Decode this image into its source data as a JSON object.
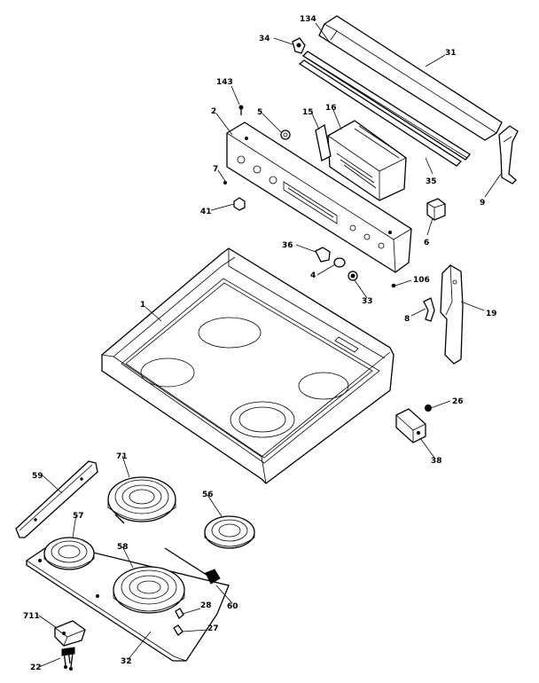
{
  "diagram": {
    "parts": [
      {
        "id": "p134",
        "label": "134",
        "name": "end-trim-strip"
      },
      {
        "id": "p34",
        "label": "34",
        "name": "clip"
      },
      {
        "id": "p31",
        "label": "31",
        "name": "backguard-trim"
      },
      {
        "id": "p143",
        "label": "143",
        "name": "screw"
      },
      {
        "id": "p2",
        "label": "2",
        "name": "control-panel"
      },
      {
        "id": "p5",
        "label": "5",
        "name": "knob-small"
      },
      {
        "id": "p15",
        "label": "15",
        "name": "bracket"
      },
      {
        "id": "p16",
        "label": "16",
        "name": "electronic-control"
      },
      {
        "id": "p35",
        "label": "35",
        "name": "trim-rail"
      },
      {
        "id": "p9",
        "label": "9",
        "name": "end-cap"
      },
      {
        "id": "p7",
        "label": "7",
        "name": "screw-small"
      },
      {
        "id": "p41",
        "label": "41",
        "name": "indicator-light"
      },
      {
        "id": "p6",
        "label": "6",
        "name": "switch"
      },
      {
        "id": "p36",
        "label": "36",
        "name": "knob-base"
      },
      {
        "id": "p4",
        "label": "4",
        "name": "knob"
      },
      {
        "id": "p33",
        "label": "33",
        "name": "spring-clip"
      },
      {
        "id": "p106",
        "label": "106",
        "name": "screw-106"
      },
      {
        "id": "p8",
        "label": "8",
        "name": "hinge-bracket"
      },
      {
        "id": "p19",
        "label": "19",
        "name": "side-bracket"
      },
      {
        "id": "p1",
        "label": "1",
        "name": "cooktop"
      },
      {
        "id": "p26",
        "label": "26",
        "name": "nut"
      },
      {
        "id": "p38",
        "label": "38",
        "name": "terminal-block"
      },
      {
        "id": "p59",
        "label": "59",
        "name": "support-rail"
      },
      {
        "id": "p71",
        "label": "71",
        "name": "surface-unit-large"
      },
      {
        "id": "p56",
        "label": "56",
        "name": "surface-unit-small-right"
      },
      {
        "id": "p57",
        "label": "57",
        "name": "surface-unit-small-left"
      },
      {
        "id": "p58",
        "label": "58",
        "name": "surface-unit-large-front"
      },
      {
        "id": "p60",
        "label": "60",
        "name": "receptacle"
      },
      {
        "id": "p28",
        "label": "28",
        "name": "screw-28"
      },
      {
        "id": "p27",
        "label": "27",
        "name": "screw-27"
      },
      {
        "id": "p711",
        "label": "711",
        "name": "wire-clip"
      },
      {
        "id": "p32",
        "label": "32",
        "name": "burner-box"
      },
      {
        "id": "p22",
        "label": "22",
        "name": "wire-harness"
      }
    ]
  }
}
